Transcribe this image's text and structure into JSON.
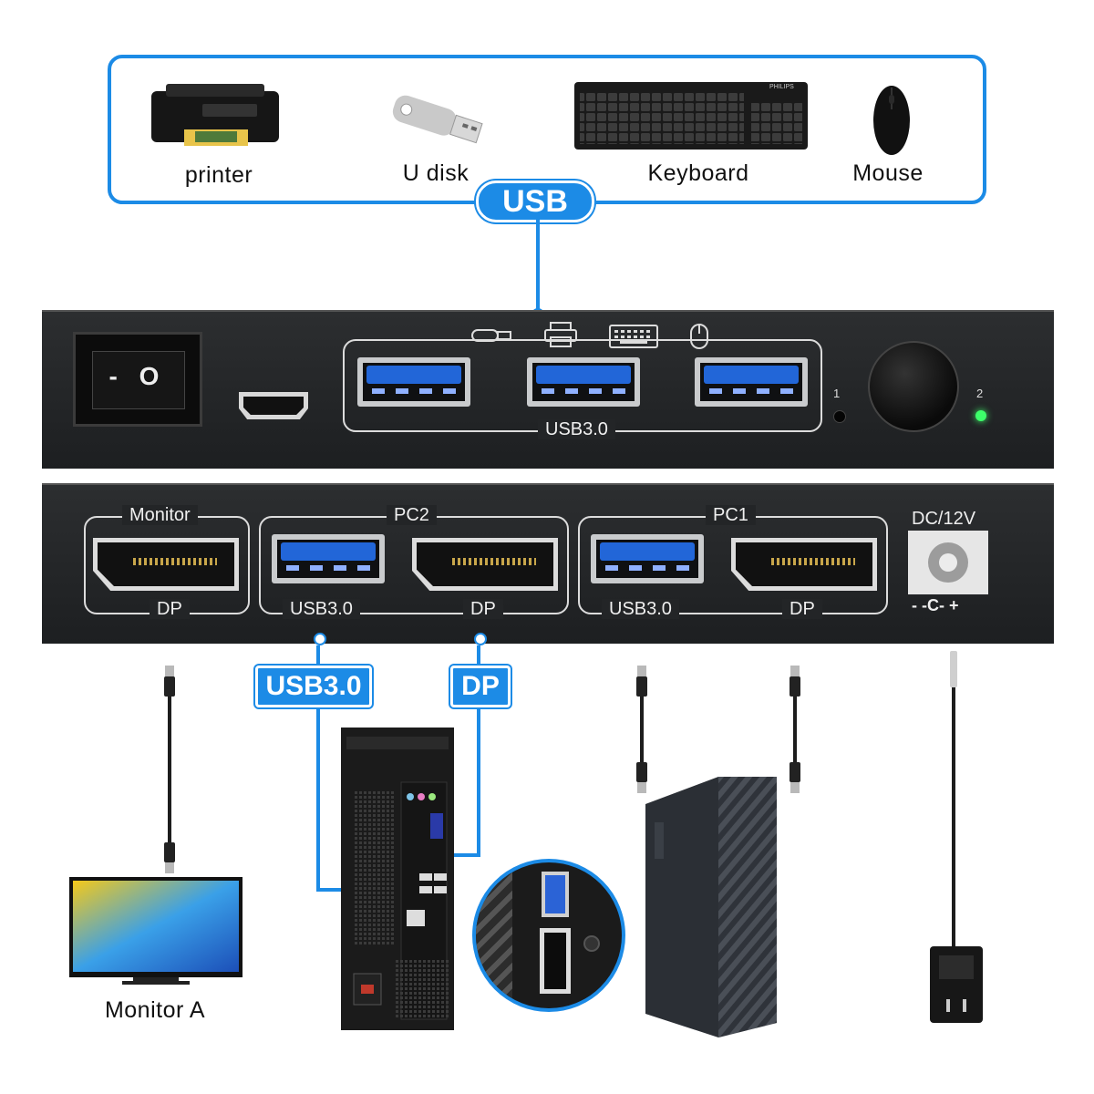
{
  "devices": {
    "printer": "printer",
    "udisk": "U disk",
    "keyboard": "Keyboard",
    "mouse": "Mouse",
    "keyboard_brand": "PHILIPS"
  },
  "usb_pill": "USB",
  "front_panel": {
    "port_group_label": "USB3.0",
    "indicator_1": "1",
    "indicator_2": "2",
    "switch_symbol": "- O"
  },
  "rear_panel": {
    "monitor_group": "Monitor",
    "pc2_group": "PC2",
    "pc1_group": "PC1",
    "dp": "DP",
    "usb30": "USB3.0",
    "power_label": "DC/12V",
    "polarity": "- -C- +"
  },
  "callouts": {
    "usb30": "USB3.0",
    "dp": "DP"
  },
  "bottom": {
    "monitor_label": "Monitor A"
  },
  "colors": {
    "accent": "#1c8be6",
    "panel": "#232527",
    "port_blue": "#2266d8"
  },
  "icons": [
    "usb-plug-icon",
    "printer-icon",
    "keyboard-icon",
    "mouse-icon"
  ]
}
